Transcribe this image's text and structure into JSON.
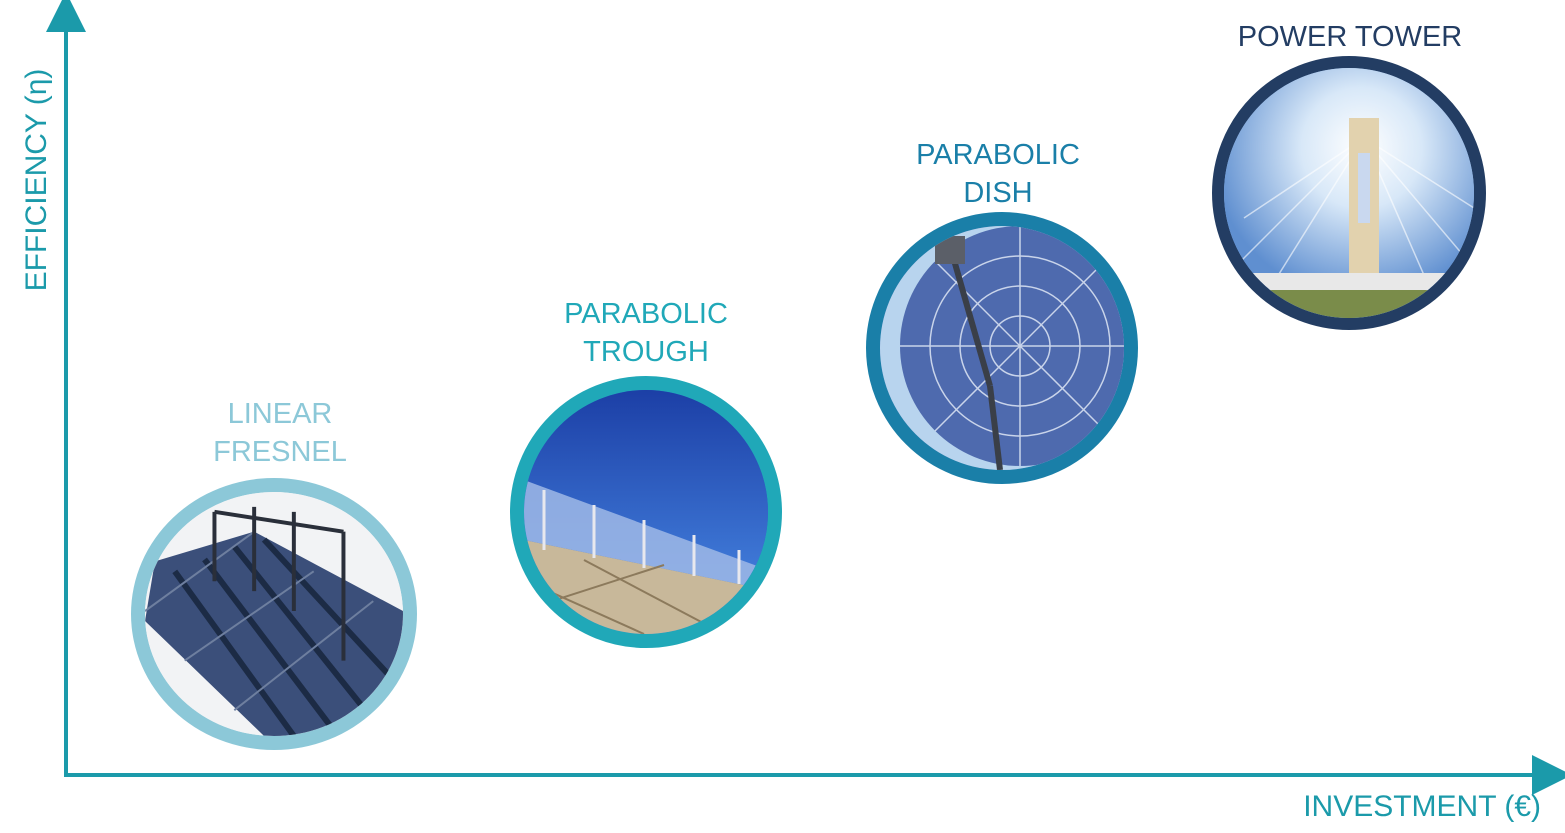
{
  "axes": {
    "y_label": "EFFICIENCY (η)",
    "x_label": "INVESTMENT (€)",
    "color": "#1b9aaa"
  },
  "technologies": [
    {
      "id": "linear-fresnel",
      "line1": "LINEAR",
      "line2": "FRESNEL",
      "color": "#8cc8d8",
      "image": "fresnel-reflectors-photo"
    },
    {
      "id": "parabolic-trough",
      "line1": "PARABOLIC",
      "line2": "TROUGH",
      "color": "#20a8b8",
      "image": "parabolic-trough-photo"
    },
    {
      "id": "parabolic-dish",
      "line1": "PARABOLIC",
      "line2": "DISH",
      "color": "#1a7fa8",
      "image": "parabolic-dish-photo"
    },
    {
      "id": "power-tower",
      "line1": "POWER TOWER",
      "line2": "",
      "color": "#233d63",
      "image": "solar-tower-photo"
    }
  ]
}
